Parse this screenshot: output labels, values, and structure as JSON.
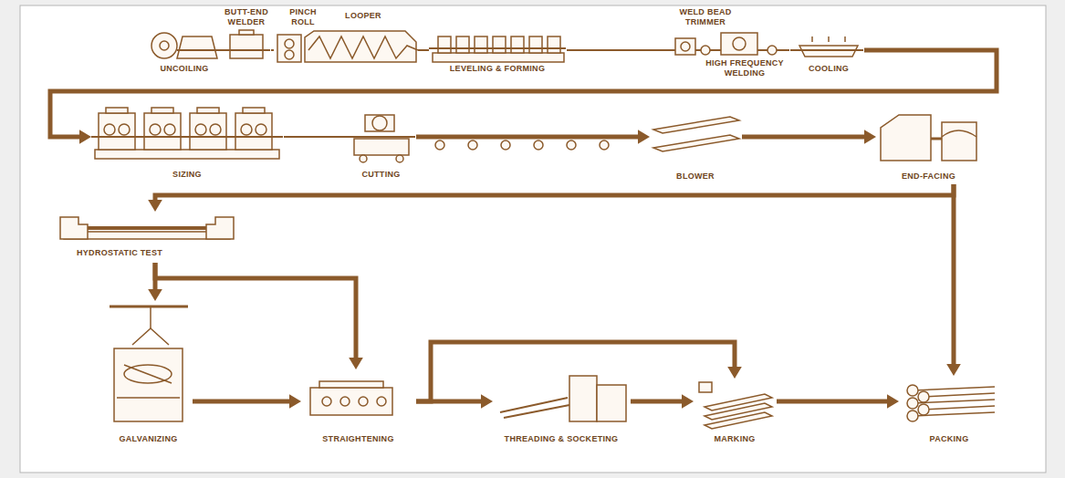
{
  "diagram": {
    "nodes": [
      {
        "text": [
          "UNCOILING"
        ]
      },
      {
        "text": [
          "BUTT-END WELDER"
        ]
      },
      {
        "text": [
          "PINCH ROLL",
          "LOOPER"
        ]
      },
      {
        "text": [
          "LEVELING & FORMING"
        ]
      },
      {
        "text": [
          "WELD BEAD TRIMMER",
          "HIGH FREQUENCY WELDING"
        ]
      },
      {
        "text": [
          "COOLING"
        ]
      },
      {
        "text": [
          "SIZING"
        ]
      },
      {
        "text": [
          "CUTTING"
        ]
      },
      {
        "text": [
          "BLOWER"
        ]
      },
      {
        "text": [
          "END-FACING"
        ]
      },
      {
        "text": [
          "HYDROSTATIC TEST"
        ]
      },
      {
        "text": [
          "GALVANIZING"
        ]
      },
      {
        "text": [
          "STRAIGHTENING"
        ]
      },
      {
        "text": [
          "THREADING & SOCKETING"
        ]
      },
      {
        "text": [
          "MARKING"
        ]
      },
      {
        "text": [
          "PACKING"
        ]
      }
    ],
    "edges": [
      {
        "from": 0,
        "to": 1,
        "arrow": "none"
      },
      {
        "from": 1,
        "to": 2,
        "arrow": "none"
      },
      {
        "from": 2,
        "to": 3,
        "arrow": "none"
      },
      {
        "from": 3,
        "to": 4,
        "arrow": "none"
      },
      {
        "from": 4,
        "to": 5,
        "arrow": "none"
      },
      {
        "from": 5,
        "to": 6,
        "arrow": "to"
      },
      {
        "from": 6,
        "to": 7,
        "arrow": "none"
      },
      {
        "from": 7,
        "to": 8,
        "arrow": "to"
      },
      {
        "from": 8,
        "to": 9,
        "arrow": "to"
      },
      {
        "from": 9,
        "to": 10,
        "arrow": "to"
      },
      {
        "from": 9,
        "to": 15,
        "arrow": "to"
      },
      {
        "from": 10,
        "to": 11,
        "arrow": "to"
      },
      {
        "from": 10,
        "to": 12,
        "arrow": "to"
      },
      {
        "from": 11,
        "to": 12,
        "arrow": "to"
      },
      {
        "from": 12,
        "to": 13,
        "arrow": "to"
      },
      {
        "from": 12,
        "to": 14,
        "arrow": "to"
      },
      {
        "from": 13,
        "to": 14,
        "arrow": "to"
      },
      {
        "from": 14,
        "to": 15,
        "arrow": "to"
      }
    ]
  }
}
